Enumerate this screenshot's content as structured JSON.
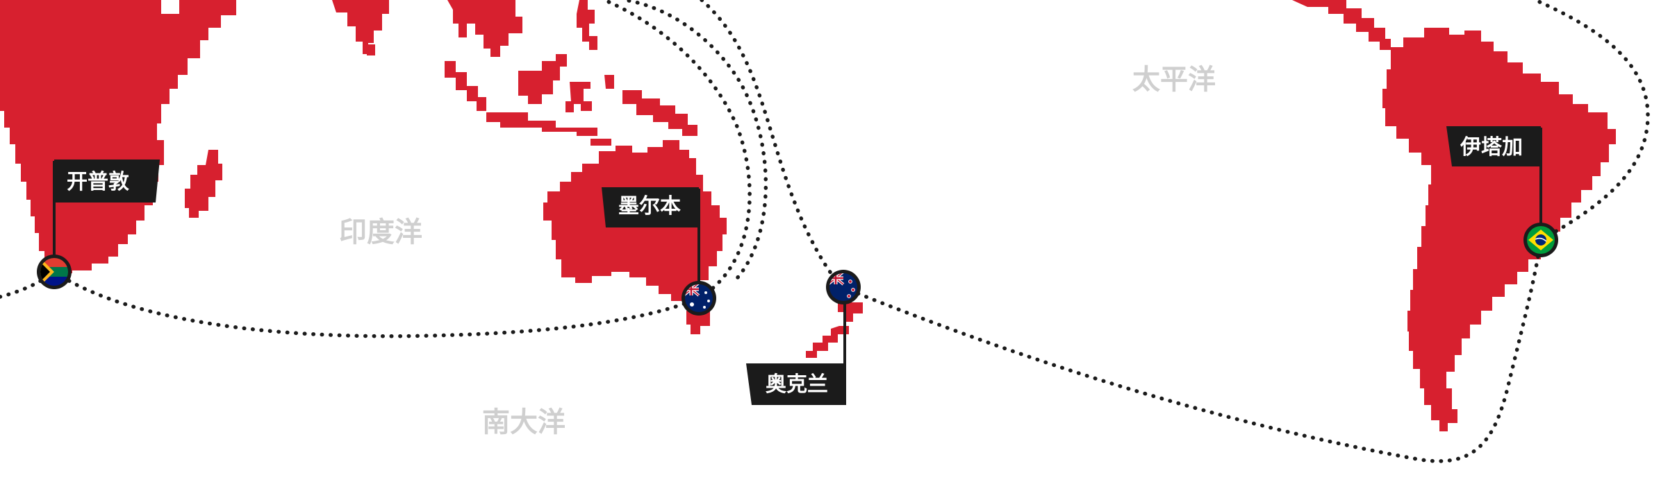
{
  "colors": {
    "land": "#d7202f",
    "route": "#1b1b1b",
    "ocean_label": "#cfcfcf",
    "label_bg": "#1b1b1b"
  },
  "oceans": [
    {
      "name": "印度洋"
    },
    {
      "name": "太平洋"
    },
    {
      "name": "南大洋"
    }
  ],
  "ports": [
    {
      "name": "开普敦",
      "flag": "south-africa-flag-icon"
    },
    {
      "name": "墨尔本",
      "flag": "australia-flag-icon"
    },
    {
      "name": "奥克兰",
      "flag": "new-zealand-flag-icon"
    },
    {
      "name": "伊塔加",
      "flag": "brazil-flag-icon"
    }
  ]
}
